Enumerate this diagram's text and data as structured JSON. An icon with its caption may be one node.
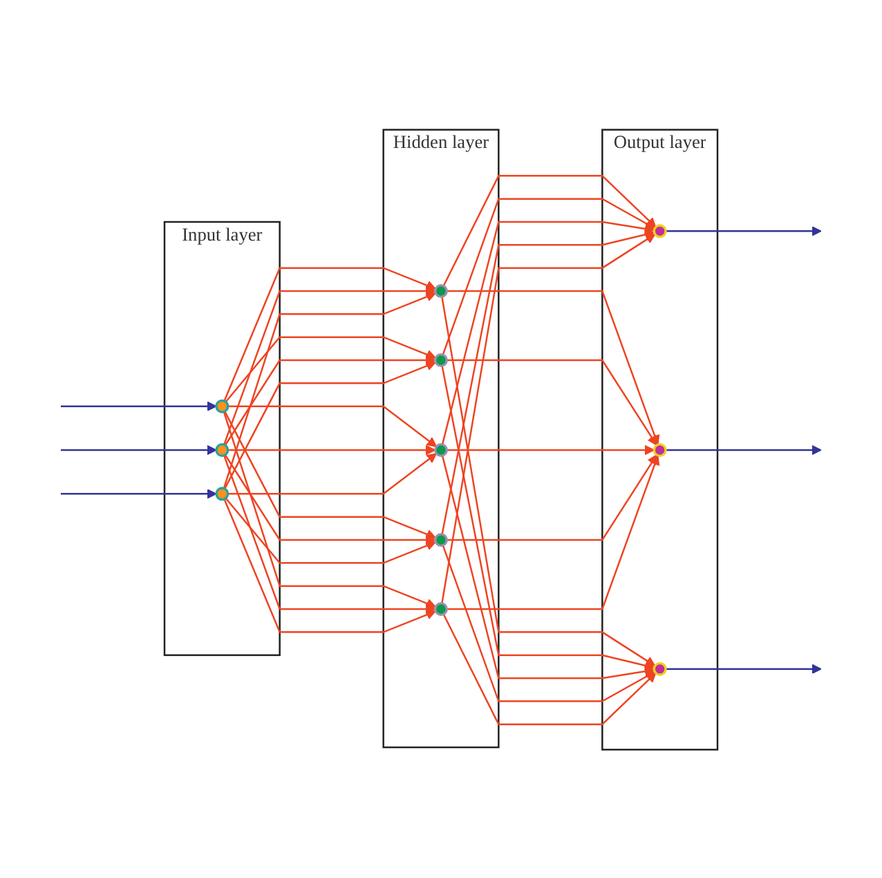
{
  "diagram": {
    "nodes": [
      {
        "text": [
          "Input layer"
        ]
      },
      {
        "text": [],
        "shape": "circle",
        "in": 0
      },
      {
        "text": [],
        "shape": "circle",
        "in": 0
      },
      {
        "text": [],
        "shape": "circle",
        "in": 0
      },
      {
        "text": [
          "Hidden layer"
        ]
      },
      {
        "text": [],
        "shape": "circle",
        "in": 4
      },
      {
        "text": [],
        "shape": "circle",
        "in": 4
      },
      {
        "text": [],
        "shape": "circle",
        "in": 4
      },
      {
        "text": [],
        "shape": "circle",
        "in": 4
      },
      {
        "text": [],
        "shape": "circle",
        "in": 4
      },
      {
        "text": [
          "Output layer"
        ]
      },
      {
        "text": [],
        "shape": "circle",
        "in": 10
      },
      {
        "text": [],
        "shape": "circle",
        "in": 10
      },
      {
        "text": [],
        "shape": "circle",
        "in": 10
      }
    ],
    "edges": [
      {
        "from": null,
        "to": 1,
        "arrow": "to",
        "color": "#33339a"
      },
      {
        "from": null,
        "to": 2,
        "arrow": "to",
        "color": "#33339a"
      },
      {
        "from": null,
        "to": 3,
        "arrow": "to",
        "color": "#33339a"
      },
      {
        "from": 1,
        "to": 5,
        "arrow": "to"
      },
      {
        "from": 1,
        "to": 6,
        "arrow": "to"
      },
      {
        "from": 1,
        "to": 7,
        "arrow": "to"
      },
      {
        "from": 1,
        "to": 8,
        "arrow": "to"
      },
      {
        "from": 1,
        "to": 9,
        "arrow": "to"
      },
      {
        "from": 2,
        "to": 5,
        "arrow": "to"
      },
      {
        "from": 2,
        "to": 6,
        "arrow": "to"
      },
      {
        "from": 2,
        "to": 7,
        "arrow": "to"
      },
      {
        "from": 2,
        "to": 8,
        "arrow": "to"
      },
      {
        "from": 2,
        "to": 9,
        "arrow": "to"
      },
      {
        "from": 3,
        "to": 5,
        "arrow": "to"
      },
      {
        "from": 3,
        "to": 6,
        "arrow": "to"
      },
      {
        "from": 3,
        "to": 7,
        "arrow": "to"
      },
      {
        "from": 3,
        "to": 8,
        "arrow": "to"
      },
      {
        "from": 3,
        "to": 9,
        "arrow": "to"
      },
      {
        "from": 5,
        "to": 11,
        "arrow": "to"
      },
      {
        "from": 5,
        "to": 12,
        "arrow": "to"
      },
      {
        "from": 5,
        "to": 13,
        "arrow": "to"
      },
      {
        "from": 6,
        "to": 11,
        "arrow": "to"
      },
      {
        "from": 6,
        "to": 12,
        "arrow": "to"
      },
      {
        "from": 6,
        "to": 13,
        "arrow": "to"
      },
      {
        "from": 7,
        "to": 11,
        "arrow": "to"
      },
      {
        "from": 7,
        "to": 12,
        "arrow": "to"
      },
      {
        "from": 7,
        "to": 13,
        "arrow": "to"
      },
      {
        "from": 8,
        "to": 11,
        "arrow": "to"
      },
      {
        "from": 8,
        "to": 12,
        "arrow": "to"
      },
      {
        "from": 8,
        "to": 13,
        "arrow": "to"
      },
      {
        "from": 9,
        "to": 11,
        "arrow": "to"
      },
      {
        "from": 9,
        "to": 12,
        "arrow": "to"
      },
      {
        "from": 9,
        "to": 13,
        "arrow": "to"
      },
      {
        "from": 11,
        "to": null,
        "arrow": "to",
        "color": "#33339a"
      },
      {
        "from": 12,
        "to": null,
        "arrow": "to",
        "color": "#33339a"
      },
      {
        "from": 13,
        "to": null,
        "arrow": "to",
        "color": "#33339a"
      }
    ]
  }
}
